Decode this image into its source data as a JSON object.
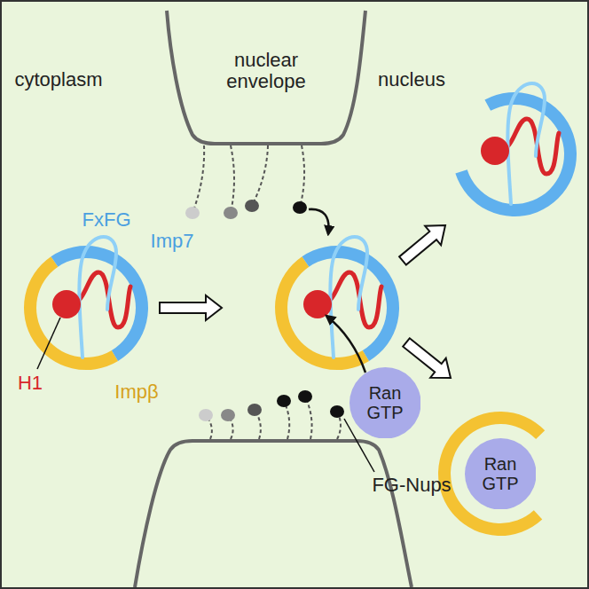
{
  "diagram": {
    "nodes": [
      {
        "text": [
          "Ran GTP"
        ]
      },
      {
        "text": [
          "Ran GTP"
        ]
      }
    ],
    "labels": [
      "cytoplasm",
      "nuclear envelope",
      "nucleus",
      "FxFG",
      "Imp7",
      "H1",
      "Impβ",
      "FG-Nups"
    ]
  }
}
